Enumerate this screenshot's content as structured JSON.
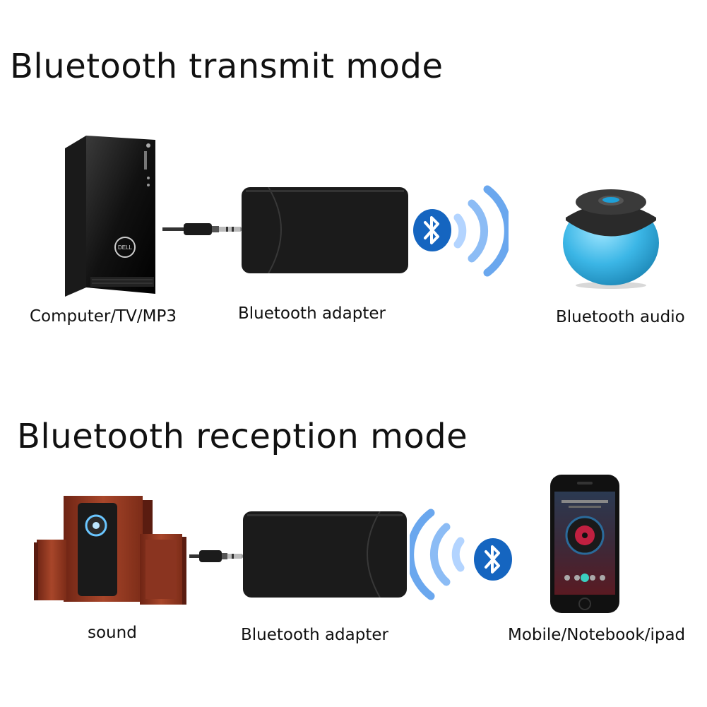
{
  "transmit": {
    "title": "Bluetooth transmit mode",
    "source_label": "Computer/TV/MP3",
    "adapter_label": "Bluetooth adapter",
    "sink_label": "Bluetooth audio",
    "pc_brand": "DELL"
  },
  "reception": {
    "title": "Bluetooth reception mode",
    "sink_label": "sound",
    "adapter_label": "Bluetooth adapter",
    "source_label": "Mobile/Notebook/ipad"
  },
  "colors": {
    "bluetooth": "#1565c0",
    "speaker_ball": "#3bb6e6",
    "wood": "#9c3a22",
    "adapter": "#1b1b1b"
  },
  "icons": [
    "bluetooth-icon",
    "signal-wave-icon",
    "audio-jack-icon"
  ]
}
